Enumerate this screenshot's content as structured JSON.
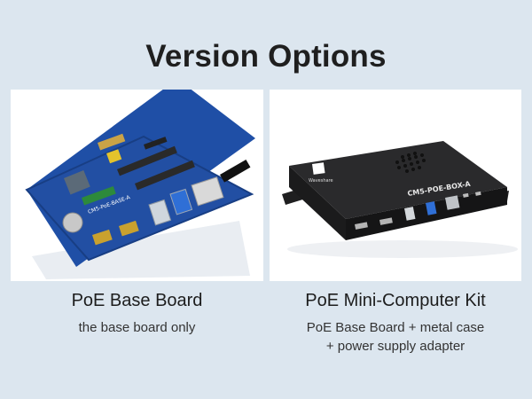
{
  "header": {
    "title": "Version Options"
  },
  "options": [
    {
      "title": "PoE Base Board",
      "desc_lines": [
        "the base board only"
      ],
      "board_label": "CM5-PoE-BASE-A"
    },
    {
      "title": "PoE Mini-Computer Kit",
      "desc_lines": [
        "PoE Base Board + metal case",
        "+ power supply adapter"
      ],
      "box_label": "CM5-POE-BOX-A",
      "brand_label": "Waveshare"
    }
  ],
  "colors": {
    "background": "#dce6ef",
    "pcb": "#1f4fa6",
    "case": "#1a1a1c"
  }
}
